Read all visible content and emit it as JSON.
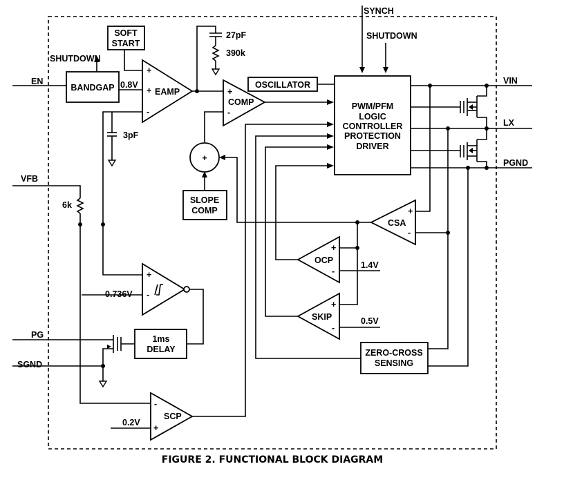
{
  "caption": "FIGURE 2. FUNCTIONAL BLOCK DIAGRAM",
  "pins": {
    "synch": "SYNCH",
    "en": "EN",
    "vfb": "VFB",
    "pg": "PG",
    "sgnd": "SGND",
    "vin": "VIN",
    "lx": "LX",
    "pgnd": "PGND"
  },
  "blocks": {
    "soft_start": [
      "SOFT",
      "START"
    ],
    "bandgap": "BANDGAP",
    "eamp": "EAMP",
    "comp": "COMP",
    "oscillator": "OSCILLATOR",
    "controller": [
      "PWM/PFM",
      "LOGIC",
      "CONTROLLER",
      "PROTECTION",
      "DRIVER"
    ],
    "slope_comp": [
      "SLOPE",
      "COMP"
    ],
    "csa": "CSA",
    "ocp": "OCP",
    "skip": "SKIP",
    "delay": [
      "1ms",
      "DELAY"
    ],
    "scp": "SCP",
    "zero_cross": [
      "ZERO-CROSS",
      "SENSING"
    ]
  },
  "labels": {
    "shutdown_top": "SHUTDOWN",
    "shutdown_bandgap": "SHUTDOWN",
    "ref_08": "0.8V",
    "cap_27p": "27pF",
    "res_390k": "390k",
    "cap_3p": "3pF",
    "res_6k": "6k",
    "ref_0736": "0.736V",
    "ref_14": "1.4V",
    "ref_05": "0.5V",
    "ref_02": "0.2V",
    "plus": "+",
    "minus": "-"
  }
}
